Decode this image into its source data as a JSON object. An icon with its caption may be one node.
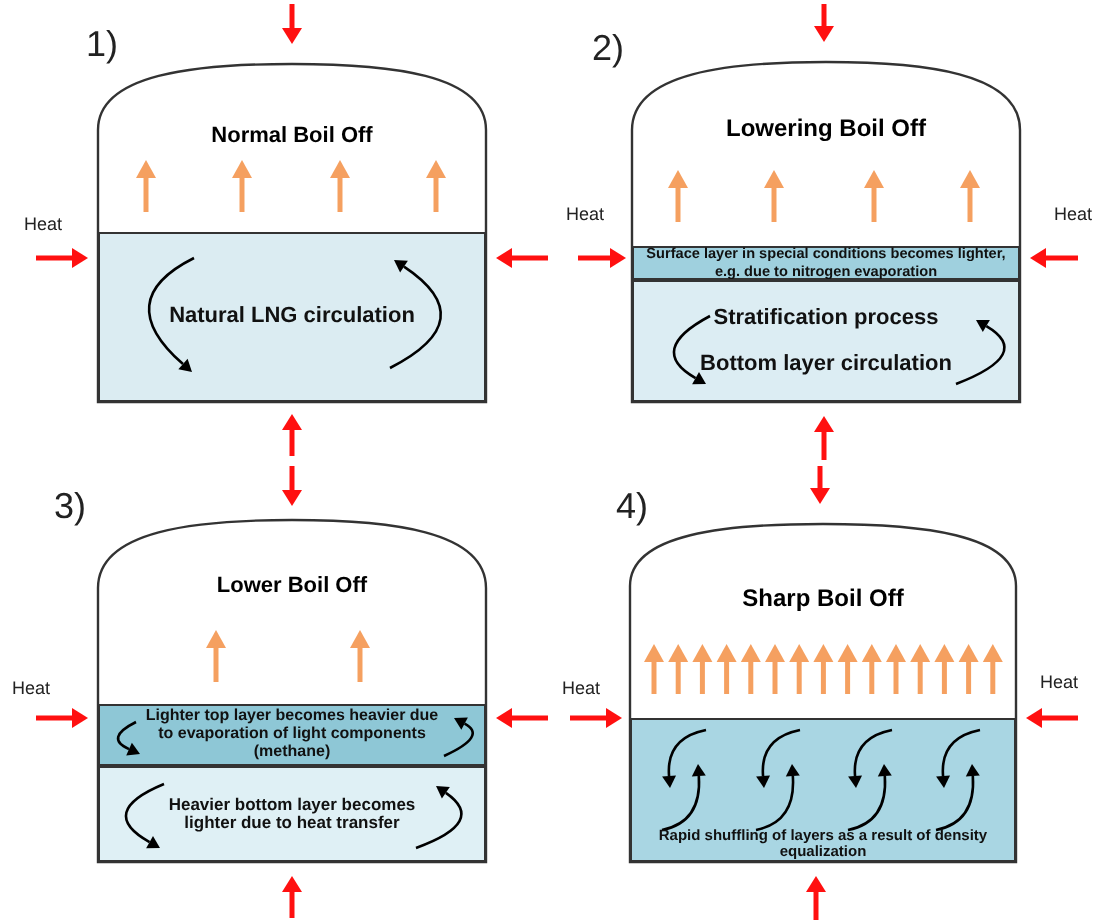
{
  "diagram": {
    "nodes": [
      {
        "text": [
          "Normal Boil Off"
        ]
      },
      {
        "text": [
          "Natural LNG circulation"
        ],
        "in": 0
      },
      {
        "text": [
          "Lowering Boil Off"
        ]
      },
      {
        "text": [
          "Surface layer in special conditions becomes lighter, e.g. due to nitrogen evaporation"
        ],
        "in": 2
      },
      {
        "text": [
          "Stratification process",
          "Bottom layer circulation"
        ],
        "in": 2
      },
      {
        "text": [
          "Lower Boil Off"
        ]
      },
      {
        "text": [
          "Lighter top layer becomes heavier due to evaporation of light components (methane)"
        ],
        "in": 5
      },
      {
        "text": [
          "Heavier bottom layer becomes lighter due to heat transfer"
        ],
        "in": 5
      },
      {
        "text": [
          "Sharp Boil Off"
        ]
      },
      {
        "text": [
          "Rapid shuffling of layers as a result of density equalization"
        ],
        "in": 8
      }
    ],
    "labels": [
      "1)",
      "Heat",
      "2)",
      "Heat",
      "Heat",
      "3)",
      "Heat",
      "4)",
      "Heat",
      "Heat"
    ]
  }
}
